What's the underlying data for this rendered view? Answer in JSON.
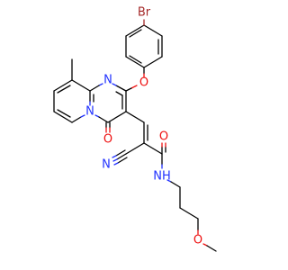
{
  "structure": {
    "atoms": [
      {
        "id": "br",
        "text": "Br",
        "color": "#a52a2a"
      },
      {
        "id": "o_ether",
        "text": "O",
        "color": "#ee1111"
      },
      {
        "id": "n_ring_top",
        "text": "N",
        "color": "#2233ff"
      },
      {
        "id": "n_ring_bridge",
        "text": "N",
        "color": "#2233ff"
      },
      {
        "id": "o_ketone",
        "text": "O",
        "color": "#ee1111"
      },
      {
        "id": "o_amide",
        "text": "O",
        "color": "#ee1111"
      },
      {
        "id": "n_nitrile",
        "text": "N",
        "color": "#2233ff"
      },
      {
        "id": "nh_amide",
        "text": "NH",
        "color": "#2233ff"
      },
      {
        "id": "o_methoxy",
        "text": "O",
        "color": "#ee1111"
      }
    ],
    "colors": {
      "bond": "#000000",
      "nitrogen": "#2233ff",
      "oxygen": "#ee1111",
      "bromine": "#a52a2a",
      "background": "#ffffff"
    }
  }
}
